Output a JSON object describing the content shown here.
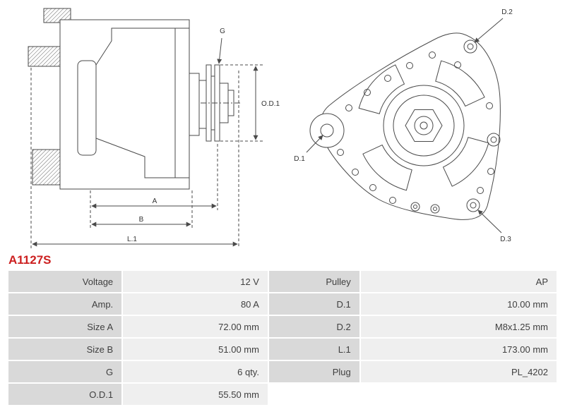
{
  "part_number": "A1127S",
  "diagram": {
    "side_view_labels": {
      "g": "G",
      "od1": "O.D.1",
      "a": "A",
      "b": "B",
      "l1": "L.1"
    },
    "front_view_labels": {
      "d1": "D.1",
      "d2": "D.2",
      "d3": "D.3"
    }
  },
  "table": {
    "rows": [
      {
        "label1": "Voltage",
        "value1": "12 V",
        "label2": "Pulley",
        "value2": "AP"
      },
      {
        "label1": "Amp.",
        "value1": "80 A",
        "label2": "D.1",
        "value2": "10.00 mm"
      },
      {
        "label1": "Size A",
        "value1": "72.00 mm",
        "label2": "D.2",
        "value2": "M8x1.25 mm"
      },
      {
        "label1": "Size B",
        "value1": "51.00 mm",
        "label2": "L.1",
        "value2": "173.00 mm"
      },
      {
        "label1": "G",
        "value1": "6 qty.",
        "label2": "Plug",
        "value2": "PL_4202"
      },
      {
        "label1": "O.D.1",
        "value1": "55.50 mm",
        "label2": "",
        "value2": ""
      }
    ]
  },
  "colors": {
    "part_number_red": "#cc1f1f",
    "label_cell_bg": "#d9d9d9",
    "value_cell_bg": "#efefef",
    "line_color": "#4a4a4a"
  }
}
